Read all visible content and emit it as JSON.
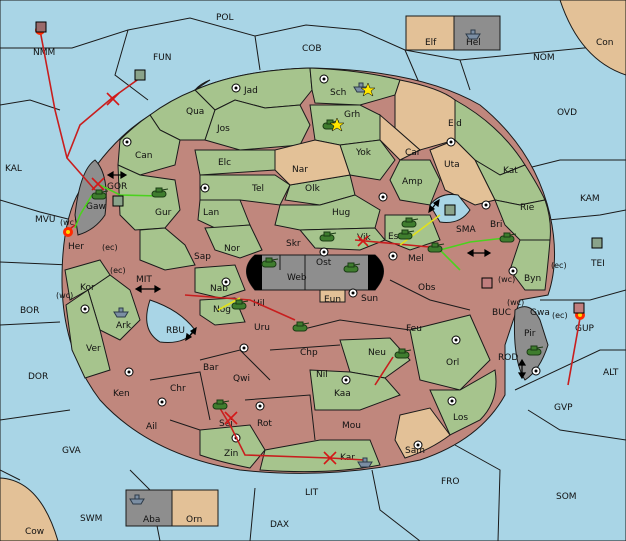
{
  "map": {
    "colors": {
      "sea": "#a9d5e6",
      "power_green": "#a6c48d",
      "power_red": "#c0877d",
      "neutral": "#e3c197",
      "impassable": "#8e8e8e",
      "move_order": "#c81e1e",
      "support_order": "#4bd21e",
      "support_order_alt": "#e2e21a"
    },
    "sea_labels": {
      "pol": "POL",
      "fun": "FUN",
      "cob": "COB",
      "nom": "NOM",
      "con": "Con",
      "ovd": "OVD",
      "kal": "KAL",
      "kam": "KAM",
      "tei": "TEI",
      "mvu": "MVU",
      "mit": "MIT",
      "rbu": "RBU",
      "sma": "SMA",
      "buc": "BUC",
      "rod": "ROD",
      "alt": "ALT",
      "bor": "BOR",
      "dor": "DOR",
      "gva": "GVA",
      "gvp": "GVP",
      "fro": "FRO",
      "som": "SOM",
      "lit": "LIT",
      "swm": "SWM",
      "dax": "DAX",
      "cow": "Cow",
      "gor": "GOR",
      "nmm": "NMM"
    },
    "land_labels": {
      "jad": "Jad",
      "sch": "Sch",
      "qua": "Qua",
      "jos": "Jos",
      "grh": "Grh",
      "eld": "Eld",
      "can": "Can",
      "yok": "Yok",
      "car": "Car",
      "uta": "Uta",
      "kat": "Kat",
      "elc": "Elc",
      "nar": "Nar",
      "amp": "Amp",
      "tel": "Tel",
      "olk": "Olk",
      "rie": "Rie",
      "gaw": "Gaw",
      "gur": "Gur",
      "lan": "Lan",
      "hug": "Hug",
      "bri": "Bri",
      "esm": "Esm",
      "her": "Her",
      "nor": "Nor",
      "skr": "Skr",
      "vik": "Vik",
      "mel": "Mel",
      "byn": "Byn",
      "sap": "Sap",
      "ost": "Ost",
      "web": "Web",
      "obs": "Obs",
      "kor": "Kor",
      "nab": "Nab",
      "hil": "Hil",
      "eun": "Eun",
      "sun": "Sun",
      "gwa": "Gwa",
      "nog": "Nog",
      "ark": "Ark",
      "pir": "Pir",
      "uru": "Uru",
      "feu": "Feu",
      "ver": "Ver",
      "chp": "Chp",
      "neu": "Neu",
      "orl": "Orl",
      "bar": "Bar",
      "qwi": "Qwi",
      "nil": "Nil",
      "ken": "Ken",
      "chr": "Chr",
      "kaa": "Kaa",
      "los": "Los",
      "ail": "Ail",
      "sei": "Sei",
      "rot": "Rot",
      "mou": "Mou",
      "zin": "Zin",
      "kar": "Kar",
      "sam": "Sam",
      "elf": "Elf",
      "hel": "Hel",
      "aba": "Aba",
      "orn": "Orn",
      "gup": "GUP"
    },
    "coast_labels": {
      "wc_her": "(wc)",
      "ec_her": "(ec)",
      "ec_kor": "(ec)",
      "wc_kor": "(wc)",
      "wc_byn": "(wc)",
      "ec_byn": "(ec)",
      "wc_gwa": "(wc)",
      "ec_gwa": "(ec)"
    }
  }
}
